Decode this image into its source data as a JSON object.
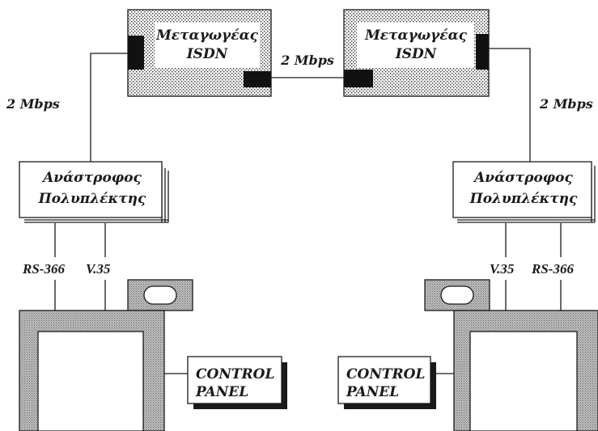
{
  "switches": [
    {
      "id": "left",
      "line1": "Μεταγωγέας",
      "line2": "ISDN"
    },
    {
      "id": "right",
      "line1": "Μεταγωγέας",
      "line2": "ISDN"
    }
  ],
  "multiplexers": [
    {
      "id": "left",
      "line1": "Ανάστροφος",
      "line2": "Πολυπλέκτης"
    },
    {
      "id": "right",
      "line1": "Ανάστροφος",
      "line2": "Πολυπλέκτης"
    }
  ],
  "links": {
    "between_switches": "2 Mbps",
    "left_vertical": "2 Mbps",
    "right_vertical": "2 Mbps"
  },
  "interfaces": {
    "left": {
      "a": "RS-366",
      "b": "V.35"
    },
    "right": {
      "a": "V.35",
      "b": "RS-366"
    }
  },
  "control_panels": [
    {
      "id": "left",
      "line1": "CONTROL",
      "line2": "PANEL"
    },
    {
      "id": "right",
      "line1": "CONTROL",
      "line2": "PANEL"
    }
  ],
  "colors": {
    "ink": "#1a1a1a",
    "monitor_frame": "#9a9a9a",
    "camera_body": "#555555",
    "background": "#ffffff"
  }
}
